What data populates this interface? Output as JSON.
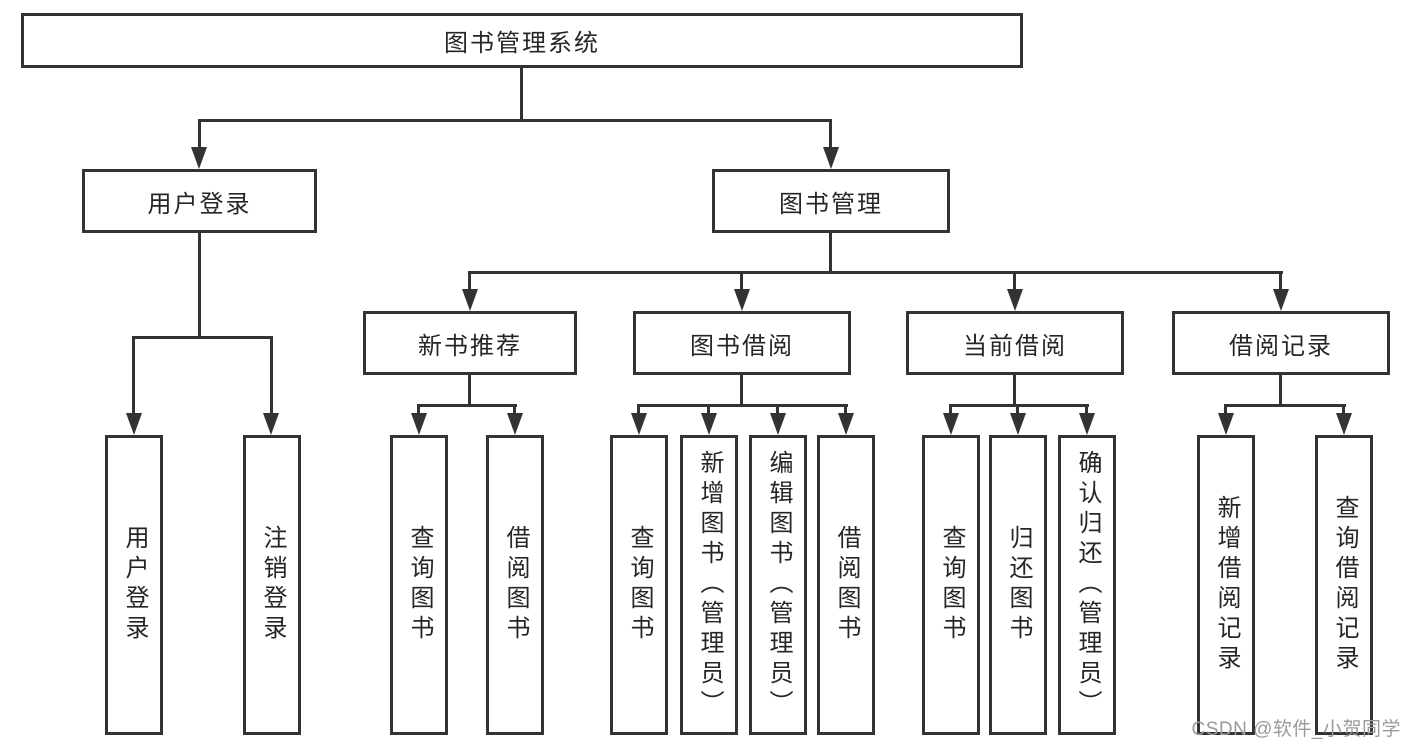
{
  "tree": {
    "root": "图书管理系统",
    "branches": [
      {
        "label": "用户登录",
        "children": [
          "用户登录",
          "注销登录"
        ]
      },
      {
        "label": "图书管理",
        "sections": [
          {
            "label": "新书推荐",
            "children": [
              "查询图书",
              "借阅图书"
            ]
          },
          {
            "label": "图书借阅",
            "children": [
              "查询图书",
              "新增图书（管理员）",
              "编辑图书（管理员）",
              "借阅图书"
            ]
          },
          {
            "label": "当前借阅",
            "children": [
              "查询图书",
              "归还图书",
              "确认归还（管理员）"
            ]
          },
          {
            "label": "借阅记录",
            "children": [
              "新增借阅记录",
              "查询借阅记录"
            ]
          }
        ]
      }
    ]
  },
  "watermark": {
    "text": "CSDN @软件_小贺同学"
  },
  "colors": {
    "line": "#333333",
    "text": "#262626",
    "watermark": "#9a9a9a",
    "background": "#ffffff"
  }
}
